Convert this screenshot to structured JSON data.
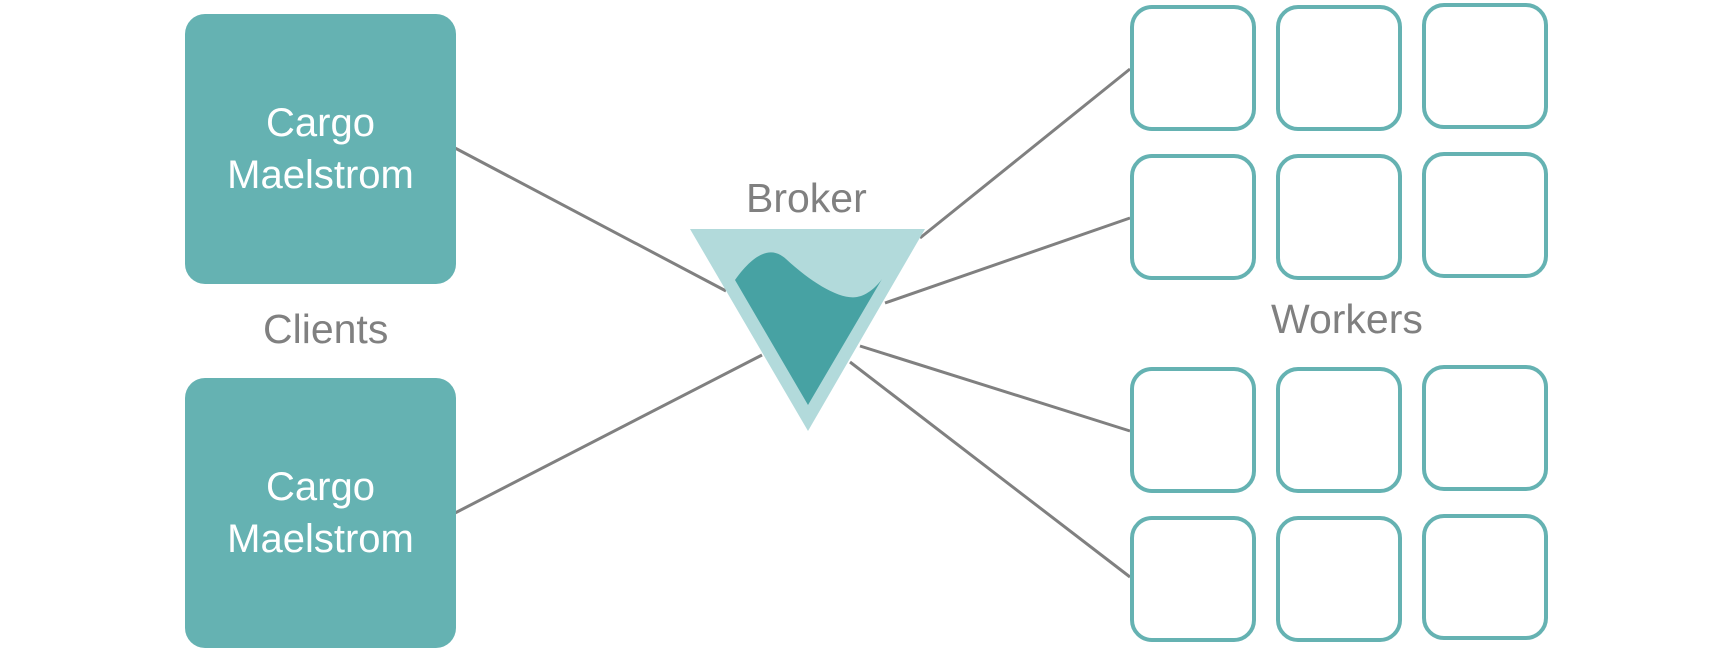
{
  "colors": {
    "client_fill": "#65b2b2",
    "broker_light": "#b2dadb",
    "broker_dark": "#47a2a3",
    "worker_stroke": "#65b2b2",
    "connector": "#808080",
    "label_text": "#808080"
  },
  "clients": {
    "label": "Clients",
    "boxes": [
      {
        "line1": "Cargo",
        "line2": "Maelstrom"
      },
      {
        "line1": "Cargo",
        "line2": "Maelstrom"
      }
    ]
  },
  "broker": {
    "label": "Broker",
    "icon": "broker-triangle-icon"
  },
  "workers": {
    "label": "Workers",
    "groups": [
      {
        "rows": 2,
        "cols": 3
      },
      {
        "rows": 2,
        "cols": 3
      }
    ]
  }
}
